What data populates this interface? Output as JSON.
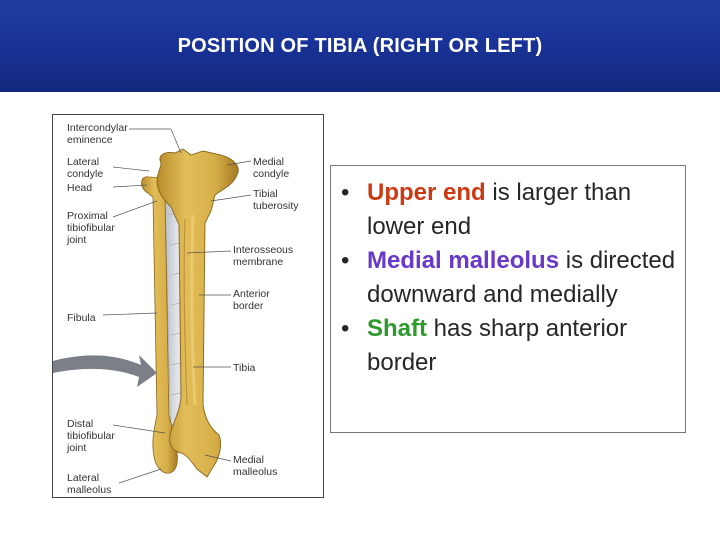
{
  "slide": {
    "title": "POSITION OF TIBIA (RIGHT OR LEFT)"
  },
  "figure": {
    "labels": {
      "intercondylar_1": "Intercondylar",
      "intercondylar_2": "eminence",
      "lateral_condyle_1": "Lateral",
      "lateral_condyle_2": "condyle",
      "head": "Head",
      "proximal_1": "Proximal",
      "proximal_2": "tibiofibular",
      "proximal_3": "joint",
      "fibula": "Fibula",
      "distal_1": "Distal",
      "distal_2": "tibiofibular",
      "distal_3": "joint",
      "lateral_malleolus_1": "Lateral",
      "lateral_malleolus_2": "malleolus",
      "medial_condyle_1": "Medial",
      "medial_condyle_2": "condyle",
      "tibial_tuberosity_1": "Tibial",
      "tibial_tuberosity_2": "tuberosity",
      "interosseous_1": "Interosseous",
      "interosseous_2": "membrane",
      "anterior_border_1": "Anterior",
      "anterior_border_2": "border",
      "tibia": "Tibia",
      "medial_malleolus_1": "Medial",
      "medial_malleolus_2": "malleolus"
    }
  },
  "bullets": [
    {
      "highlight": "Upper end",
      "rest": " is larger than lower end",
      "color": "#cc3a14"
    },
    {
      "highlight": "Medial malleolus",
      "rest": " is directed downward and medially",
      "color": "#6a38c8"
    },
    {
      "highlight": "Shaft",
      "rest": " has sharp anterior border",
      "color": "#2e9a2e"
    }
  ],
  "colors": {
    "header_bg": "#1a349a",
    "bone": "#d9b24a",
    "bone_shadow": "#a9812a",
    "membrane": "#c8ccd4",
    "arrow": "#7a7f88"
  }
}
